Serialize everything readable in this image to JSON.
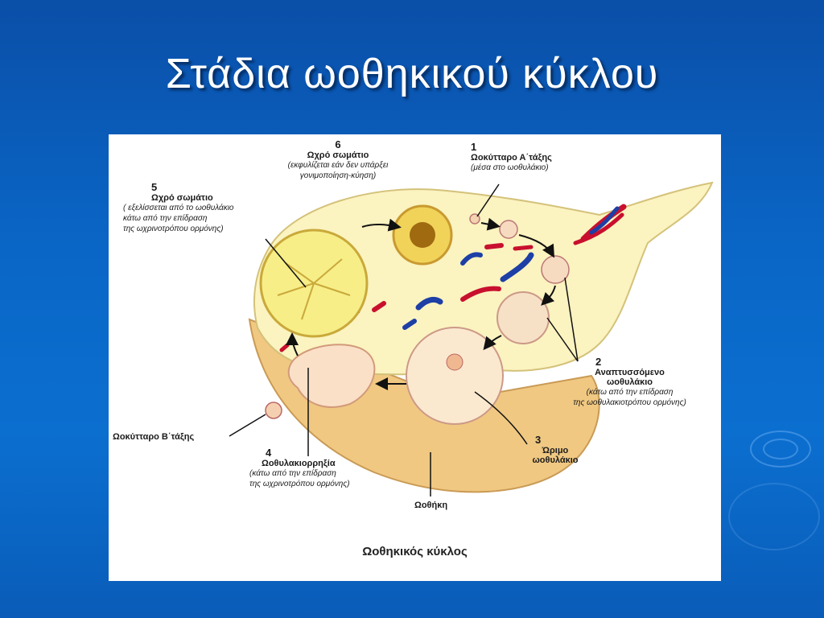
{
  "slide": {
    "title": "Στάδια ωοθηκικού κύκλου"
  },
  "labels": {
    "s1": {
      "num": "1",
      "title": "Ωοκύτταρο Α΄τάξης",
      "note": "(μέσα στο ωοθυλάκιο)"
    },
    "s2": {
      "num": "2",
      "title1": "Αναπτυσσόμενο",
      "title2": "ωοθυλάκιο",
      "note1": "(κάτω από την επίδραση",
      "note2": "της ωοθυλακιοτρόπου ορμόνης)"
    },
    "s3": {
      "num": "3",
      "title1": "Ώριμο",
      "title2": "ωοθυλάκιο"
    },
    "s4": {
      "num": "4",
      "title": "Ωοθυλακιορρηξία",
      "note1": "(κάτω από την επίδραση",
      "note2": "της ωχρινοτρόπου ορμόνης)"
    },
    "s5": {
      "num": "5",
      "title": "Ωχρό σωμάτιο",
      "note1": "( εξελίσσεται από το ωοθυλάκιο",
      "note2": "κάτω από την επίδραση",
      "note3": "της ωχρινοτρόπου ορμόνης)"
    },
    "s6": {
      "num": "6",
      "title": "Ωχρό σωμάτιο",
      "note1": "(εκφυλίζεται εάν δεν υπάρξει",
      "note2": "γονιμοποίηση-κύηση)"
    },
    "oocyte2": "Ωοκύτταρο Β΄τάξης",
    "ovary": "Ωοθήκη"
  },
  "caption": "Ωοθηκικός κύκλος"
}
